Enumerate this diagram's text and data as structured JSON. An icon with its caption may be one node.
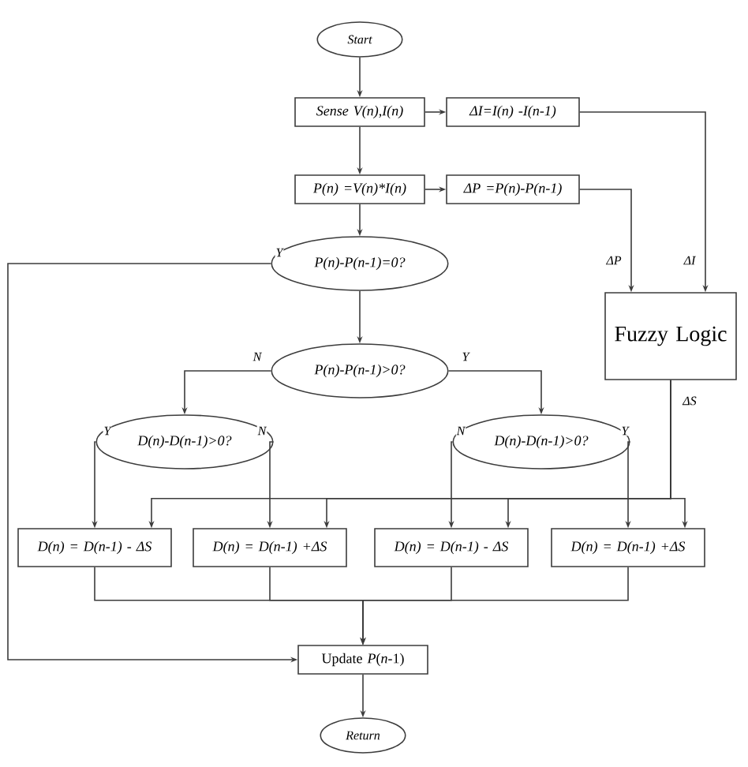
{
  "diagram": {
    "nodes": [
      {
        "text": [
          "Start"
        ]
      },
      {
        "text": [
          "Sense V(n),I(n)"
        ]
      },
      {
        "text": [
          "ΔI=I(n) -I(n-1)"
        ]
      },
      {
        "text": [
          "P(n) =V(n)*I(n)"
        ]
      },
      {
        "text": [
          "ΔP =P(n)-P(n-1)"
        ]
      },
      {
        "text": [
          "P(n)-P(n-1)=0?"
        ]
      },
      {
        "text": [
          "Fuzzy Logic"
        ]
      },
      {
        "text": [
          "P(n)-P(n-1)>0?"
        ]
      },
      {
        "text": [
          "D(n)-D(n-1)>0?"
        ]
      },
      {
        "text": [
          "D(n)-D(n-1)>0?"
        ]
      },
      {
        "text": [
          "D(n) = D(n-1) - ΔS"
        ]
      },
      {
        "text": [
          "D(n) = D(n-1) +ΔS"
        ]
      },
      {
        "text": [
          "D(n) = D(n-1) - ΔS"
        ]
      },
      {
        "text": [
          "D(n) = D(n-1) +ΔS"
        ]
      },
      {
        "text": [
          "Update *P*(*n*-1)"
        ]
      },
      {
        "text": [
          "Return"
        ]
      }
    ],
    "edges": [
      {
        "from": 0,
        "to": 1,
        "arrow": "to"
      },
      {
        "from": 1,
        "to": 2,
        "arrow": "to"
      },
      {
        "from": 1,
        "to": 3,
        "arrow": "to"
      },
      {
        "from": 3,
        "to": 4,
        "arrow": "to"
      },
      {
        "from": 2,
        "to": 6,
        "arrow": "to",
        "label": "ΔI"
      },
      {
        "from": 4,
        "to": 6,
        "arrow": "to",
        "label": "ΔP"
      },
      {
        "from": 3,
        "to": 5,
        "arrow": "to"
      },
      {
        "from": 5,
        "to": 14,
        "arrow": "to",
        "label": "Y"
      },
      {
        "from": 5,
        "to": 7,
        "arrow": "to"
      },
      {
        "from": 7,
        "to": 8,
        "arrow": "to",
        "label": "N"
      },
      {
        "from": 7,
        "to": 9,
        "arrow": "to",
        "label": "Y"
      },
      {
        "from": 8,
        "to": 10,
        "arrow": "to",
        "label": "Y"
      },
      {
        "from": 8,
        "to": 11,
        "arrow": "to",
        "label": "N"
      },
      {
        "from": 9,
        "to": 12,
        "arrow": "to",
        "label": "N"
      },
      {
        "from": 9,
        "to": 13,
        "arrow": "to",
        "label": "Y"
      },
      {
        "from": 6,
        "to": 10,
        "arrow": "to"
      },
      {
        "from": 6,
        "to": 11,
        "arrow": "to"
      },
      {
        "from": 6,
        "to": 12,
        "arrow": "to"
      },
      {
        "from": 6,
        "to": 13,
        "arrow": "to",
        "label": "ΔS"
      },
      {
        "from": 10,
        "to": 14,
        "arrow": "to"
      },
      {
        "from": 11,
        "to": 14,
        "arrow": "to"
      },
      {
        "from": 12,
        "to": 14,
        "arrow": "to"
      },
      {
        "from": 13,
        "to": 14,
        "arrow": "to"
      },
      {
        "from": 14,
        "to": 15,
        "arrow": "to"
      }
    ]
  }
}
